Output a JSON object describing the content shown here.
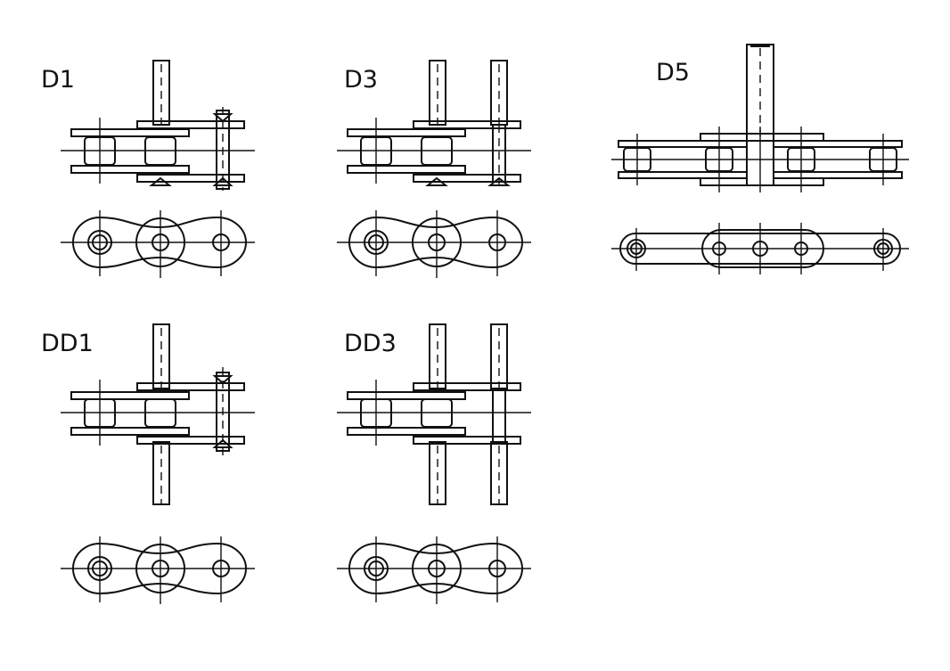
{
  "diagrams": [
    {
      "id": "d1",
      "label": "D1"
    },
    {
      "id": "d3",
      "label": "D3"
    },
    {
      "id": "d5",
      "label": "D5"
    },
    {
      "id": "dd1",
      "label": "DD1"
    },
    {
      "id": "dd3",
      "label": "DD3"
    }
  ]
}
